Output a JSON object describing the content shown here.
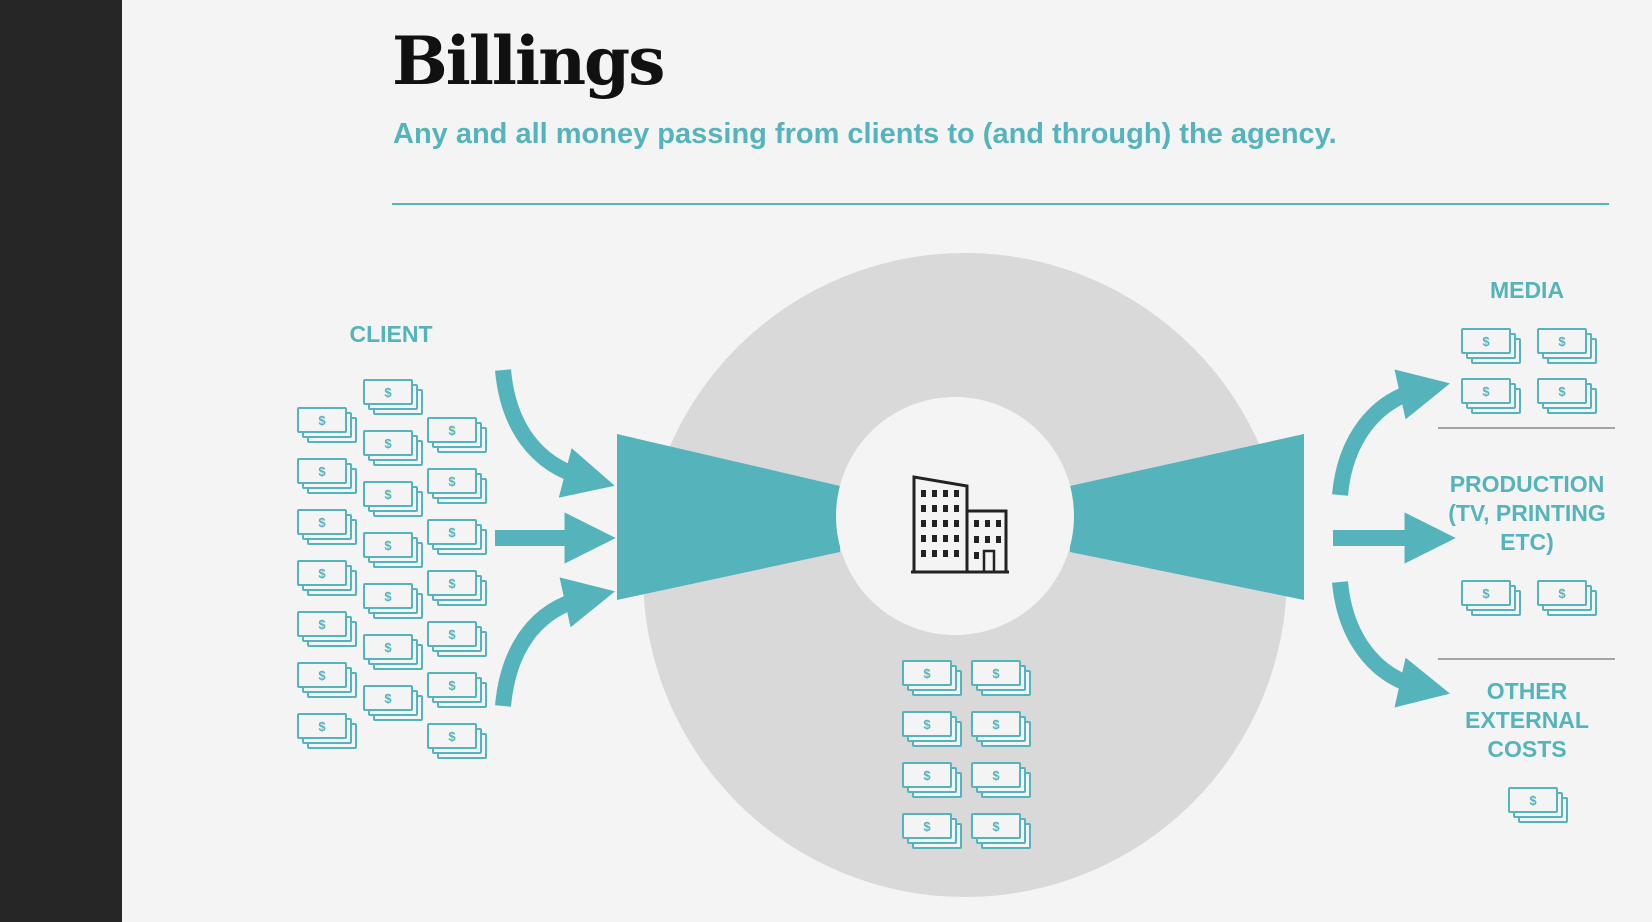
{
  "title": "Billings",
  "subtitle": "Any and all money passing from clients to (and through) the agency.",
  "labels": {
    "client": "CLIENT",
    "media": "MEDIA",
    "production": "PRODUCTION\n(TV, PRINTING\nETC)",
    "other": "OTHER\nEXTERNAL\nCOSTS"
  },
  "bill_symbol": "$",
  "colors": {
    "accent": "#55b3bb",
    "circle": "#d9d9d9",
    "sidebar": "#262626",
    "background": "#f3f4f3"
  },
  "icons": {
    "center": "office-building-icon",
    "money": "money-stack-icon",
    "flow": "curved-arrow-icon"
  },
  "groups": {
    "client": {
      "bill_count": 21
    },
    "agency": {
      "bill_count": 8
    },
    "media": {
      "bill_count": 4
    },
    "production": {
      "bill_count": 2
    },
    "other": {
      "bill_count": 1
    }
  }
}
